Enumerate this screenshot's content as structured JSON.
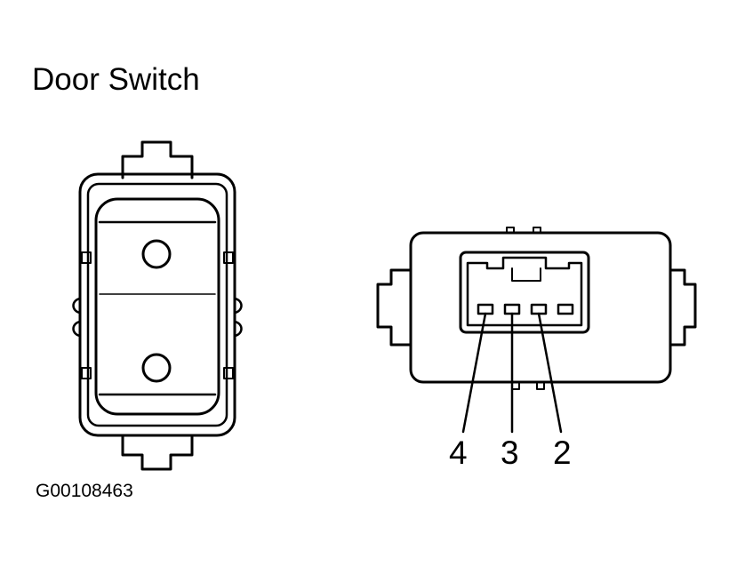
{
  "title": "Door Switch",
  "figure_id": "G00108463",
  "connector": {
    "pins": [
      {
        "label": "4"
      },
      {
        "label": "3"
      },
      {
        "label": "2"
      }
    ]
  }
}
